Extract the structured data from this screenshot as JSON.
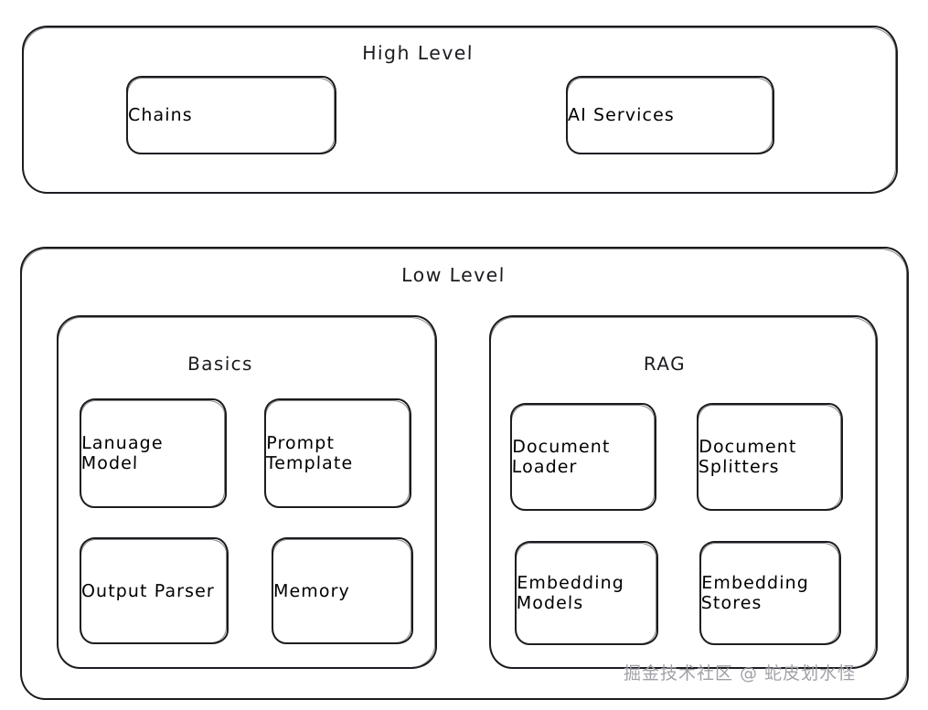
{
  "diagram": {
    "title_high": "High Level",
    "title_low": "Low Level",
    "style": {
      "stroke_color": "#1b1b1f",
      "fill_color": "#ffffff",
      "background": "#ffffff",
      "text_color": "#1a1a1f",
      "watermark_color": "#9b9ba3"
    },
    "sections": [
      {
        "name": "high-level",
        "title": "High Level",
        "nodes": [
          {
            "label": "Chains"
          },
          {
            "label": "AI Services"
          }
        ]
      },
      {
        "name": "low-level",
        "title": "Low Level",
        "groups": [
          {
            "name": "basics",
            "title": "Basics",
            "nodes": [
              {
                "label": "Lanuage\nModel"
              },
              {
                "label": "Prompt\nTemplate"
              },
              {
                "label": "Output\nParser"
              },
              {
                "label": "Memory"
              }
            ]
          },
          {
            "name": "rag",
            "title": "RAG",
            "nodes": [
              {
                "label": "Document\nLoader"
              },
              {
                "label": "Document\nSplitters"
              },
              {
                "label": "Embedding\nModels"
              },
              {
                "label": "Embedding\nStores"
              }
            ]
          }
        ]
      }
    ]
  },
  "watermark": {
    "text": "掘金技术社区 @ 蛇皮划水怪"
  }
}
